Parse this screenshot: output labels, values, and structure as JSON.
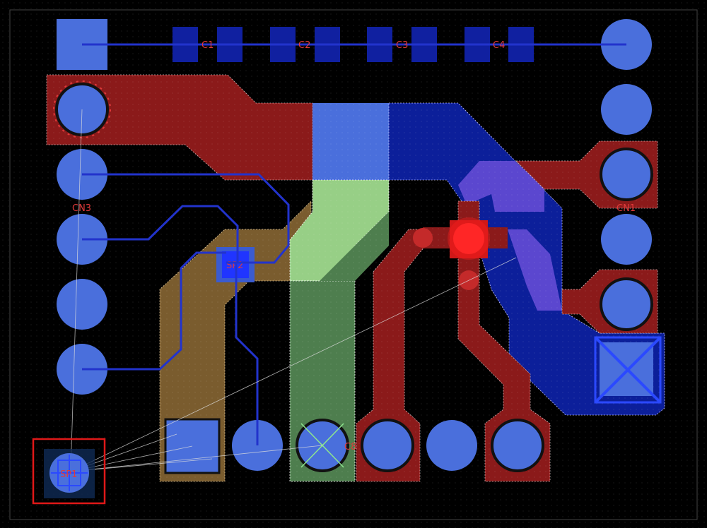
{
  "designators": {
    "c1": "C1",
    "c2": "C2",
    "c3": "C3",
    "c4": "C4",
    "cn3": "CN3",
    "cn1": "CN1",
    "sp1": "SP1",
    "sp2": "SP2",
    "cn_bottom": "C8"
  },
  "colors": {
    "background": "#000000",
    "pad_blue": "#4a6fdc",
    "copper_red": "#8b1a1a",
    "copper_blue": "#0c1f9a",
    "copper_gold": "#7a5c2e",
    "copper_green": "#4e7e4e",
    "copper_lightgreen": "#97cf86",
    "trace_blue": "#2233cc",
    "silk_red": "#e03a3a",
    "selection_red": "#e01818",
    "hot_red": "#ff2020",
    "purple": "#7b4fe0"
  }
}
